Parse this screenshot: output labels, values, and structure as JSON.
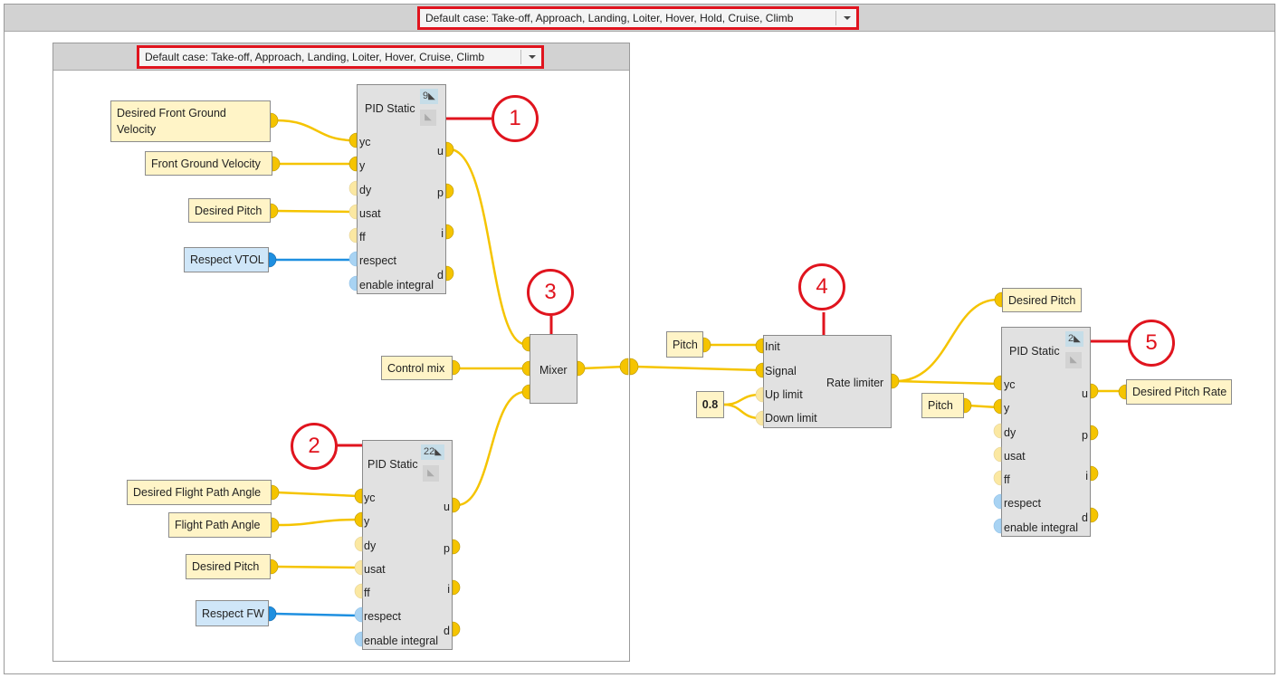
{
  "frame": {
    "title": "Default case: Take-off, Approach, Landing, Loiter, Hover, Hold, Cruise, Climb"
  },
  "inner": {
    "title": "Default case: Take-off, Approach, Landing, Loiter, Hover, Cruise, Climb"
  },
  "callouts": [
    "1",
    "2",
    "3",
    "4",
    "5"
  ],
  "pid1": {
    "title": "PID Static",
    "badge": "9",
    "inputs": [
      "yc",
      "y",
      "dy",
      "usat",
      "ff",
      "respect",
      "enable integral"
    ],
    "outputs": [
      "u",
      "p",
      "i",
      "d"
    ]
  },
  "pid2": {
    "title": "PID Static",
    "badge": "22",
    "inputs": [
      "yc",
      "y",
      "dy",
      "usat",
      "ff",
      "respect",
      "enable integral"
    ],
    "outputs": [
      "u",
      "p",
      "i",
      "d"
    ]
  },
  "pid3": {
    "title": "PID Static",
    "badge": "2",
    "inputs": [
      "yc",
      "y",
      "dy",
      "usat",
      "ff",
      "respect",
      "enable integral"
    ],
    "outputs": [
      "u",
      "p",
      "i",
      "d"
    ]
  },
  "mixer": {
    "title": "Mixer"
  },
  "rate_limiter": {
    "title": "Rate limiter",
    "inputs": [
      "Init",
      "Signal",
      "Up limit",
      "Down limit"
    ]
  },
  "vars": {
    "desired_front_ground_velocity": "Desired Front Ground Velocity",
    "front_ground_velocity": "Front Ground Velocity",
    "desired_pitch_1": "Desired Pitch",
    "respect_vtol": "Respect VTOL",
    "control_mix": "Control mix",
    "desired_flight_path_angle": "Desired Flight Path Angle",
    "flight_path_angle": "Flight Path Angle",
    "desired_pitch_2": "Desired Pitch",
    "respect_fw": "Respect FW",
    "pitch_init": "Pitch",
    "limit_value": "0.8",
    "desired_pitch_out": "Desired Pitch",
    "pitch_y": "Pitch",
    "desired_pitch_rate": "Desired Pitch Rate"
  },
  "colors": {
    "wire_yellow": "#f5c400",
    "wire_blue": "#1e8fe0",
    "highlight": "#e0141e"
  }
}
